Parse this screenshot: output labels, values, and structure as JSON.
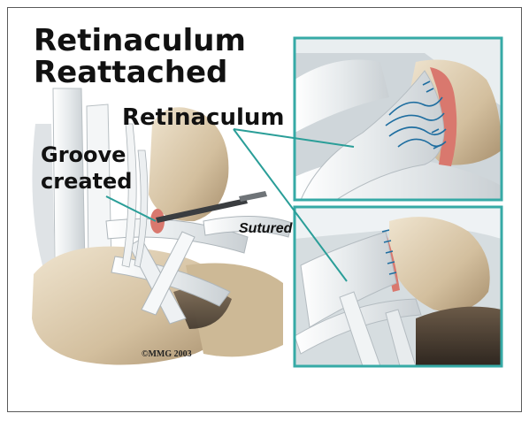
{
  "title": {
    "line1": "Retinaculum",
    "line2": "Reattached"
  },
  "labels": {
    "retinaculum": "Retinaculum",
    "groove_line1": "Groove",
    "groove_line2": "created",
    "sutured": "Sutured"
  },
  "copyright": "©MMG 2003",
  "colors": {
    "inset_border": "#36aaa6",
    "leader_line": "#2a9e98",
    "bone": "#d9c6a8",
    "ligament": "#eef0f1",
    "tissue_red": "#d9786e",
    "suture": "#1f6ea0"
  }
}
